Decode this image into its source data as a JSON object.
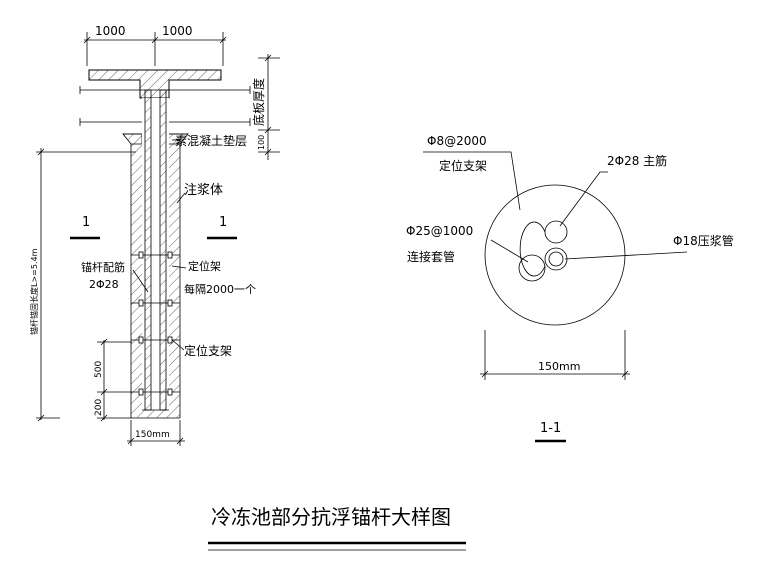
{
  "section": {
    "dim_left_top": "1000",
    "dim_right_top": "1000",
    "slab_thickness": "底板厚度",
    "dim_100": "100",
    "cushion": "素混凝土垫层",
    "grout": "注浆体",
    "cut_left": "1",
    "cut_right": "1",
    "anchor_len": "锚杆锚固长度L>=5.4m",
    "rebar_label": "锚杆配筋",
    "rebar_spec": "2Φ28",
    "locator": "定位架",
    "locator_interval": "每隔2000一个",
    "locator_bracket": "定位支架",
    "dim_500": "500",
    "dim_200": "200",
    "dim_150": "150mm"
  },
  "detail": {
    "bracket_spec": "Φ8@2000",
    "bracket_label": "定位支架",
    "main_bar": "2Φ28  主筋",
    "sleeve_spec": "Φ25@1000",
    "sleeve_label": "连接套管",
    "grout_pipe": "Φ18压浆管",
    "diameter": "150mm",
    "section_tag": "1-1"
  },
  "title": "冷冻池部分抗浮锚杆大样图"
}
